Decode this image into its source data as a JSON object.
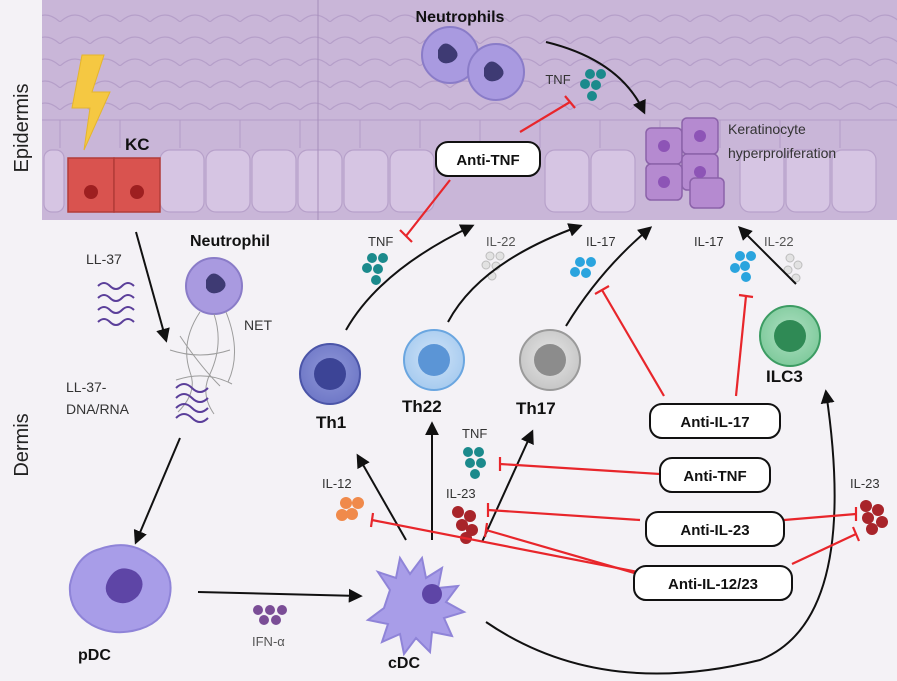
{
  "layers": {
    "epidermis": "Epidermis",
    "dermis": "Dermis"
  },
  "epidermis": {
    "kc": "KC",
    "neutrophils": "Neutrophils",
    "tnf": "TNF",
    "kerato_line1": "Keratinocyte",
    "kerato_line2": "hyperproliferation",
    "anti_tnf": "Anti-TNF"
  },
  "dermis": {
    "ll37": "LL-37",
    "neutrophil": "Neutrophil",
    "net": "NET",
    "ll37dna_line1": "LL-37-",
    "ll37dna_line2": "DNA/RNA",
    "tnf_top": "TNF",
    "il22_top": "IL-22",
    "il17_top": "IL-17",
    "il17_ilc3": "IL-17",
    "il22_ilc3": "IL-22",
    "th1": "Th1",
    "th22": "Th22",
    "th17": "Th17",
    "ilc3": "ILC3",
    "tnf_mid": "TNF",
    "il12": "IL-12",
    "il23_mid": "IL-23",
    "il23_right": "IL-23",
    "pdc": "pDC",
    "cdc": "cDC",
    "ifn": "IFN-α"
  },
  "drugs": {
    "anti_il17": "Anti-IL-17",
    "anti_tnf": "Anti-TNF",
    "anti_il23": "Anti-IL-23",
    "anti_il1223": "Anti-IL-12/23"
  },
  "colors": {
    "epidermis_bg": "#c7b3d6",
    "inhibition": "#e8262b",
    "kc_cell": "#d9534f",
    "th1": "#4b55a8",
    "th22": "#6aa6e0",
    "th17": "#9a9a9a",
    "ilc3": "#3c9c63",
    "dc": "#9c8fe8",
    "teal_cytokine": "#1b8a8c",
    "red_cytokine": "#a8242a",
    "orange_cytokine": "#f08a4b",
    "blue_cytokine": "#2aa4de",
    "grey_cytokine": "#d0d0d0",
    "ifn_cytokine": "#7a4d96"
  }
}
